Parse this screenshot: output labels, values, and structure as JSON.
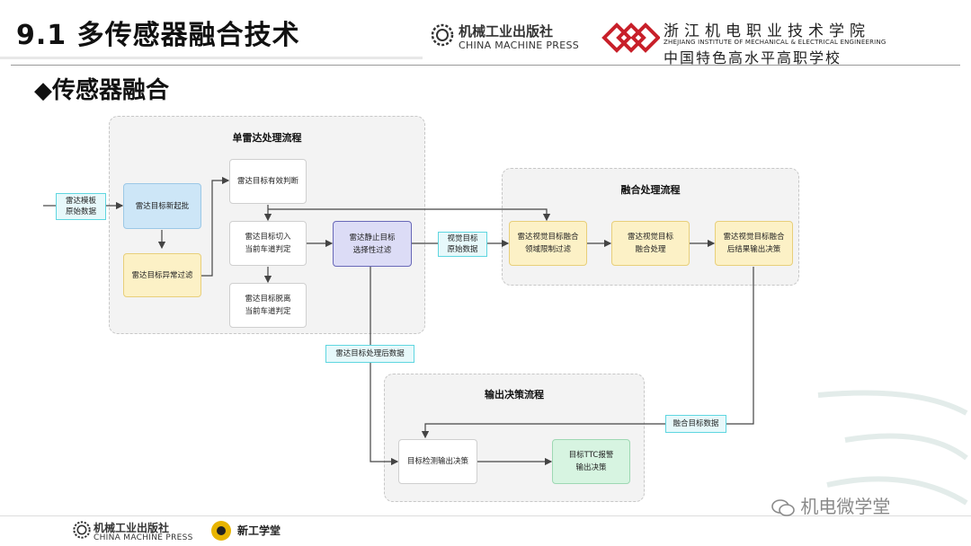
{
  "header": {
    "title": "9.1 多传感器融合技术",
    "publisher_cn": "机械工业出版社",
    "publisher_en": "CHINA MACHINE PRESS",
    "school_cn_top": "浙江机电职业技术学院",
    "school_en": "ZHEJIANG INSTITUTE OF MECHANICAL & ELECTRICAL ENGINEERING",
    "school_cn_bottom": "中国特色高水平高职学校"
  },
  "subtitle": "◆传感器融合",
  "diagram": {
    "panels": {
      "radar": "单雷达处理流程",
      "fusion": "融合处理流程",
      "output": "输出决策流程"
    },
    "tags": {
      "radar_raw": "雷达模板\n原始数据",
      "vision_raw": "视觉目标\n原始数据",
      "radar_processed": "雷达目标处理后数据",
      "fusion_data": "融合目标数据"
    },
    "nodes": {
      "new_batch": "雷达目标新起批",
      "abnormal_filter": "雷达目标异常过滤",
      "valid_judge": "雷达目标有效判断",
      "cut_in": "雷达目标切入\n当前车道判定",
      "leave": "雷达目标脱离\n当前车道判定",
      "static_filter": "雷达静止目标\n选择性过滤",
      "fusion_filter": "雷达视觉目标融合\n领域限制过滤",
      "vision_fusion": "雷达视觉目标\n融合处理",
      "fusion_output": "雷达视觉目标融合\n后结果输出决策",
      "detect_output": "目标检测输出决策",
      "ttc_output": "目标TTC报警\n输出决策"
    }
  },
  "footer": {
    "publisher_cn": "机械工业出版社",
    "publisher_en": "CHINA MACHINE PRESS",
    "edu_brand": "新工学堂",
    "watermark": "机电微学堂"
  }
}
